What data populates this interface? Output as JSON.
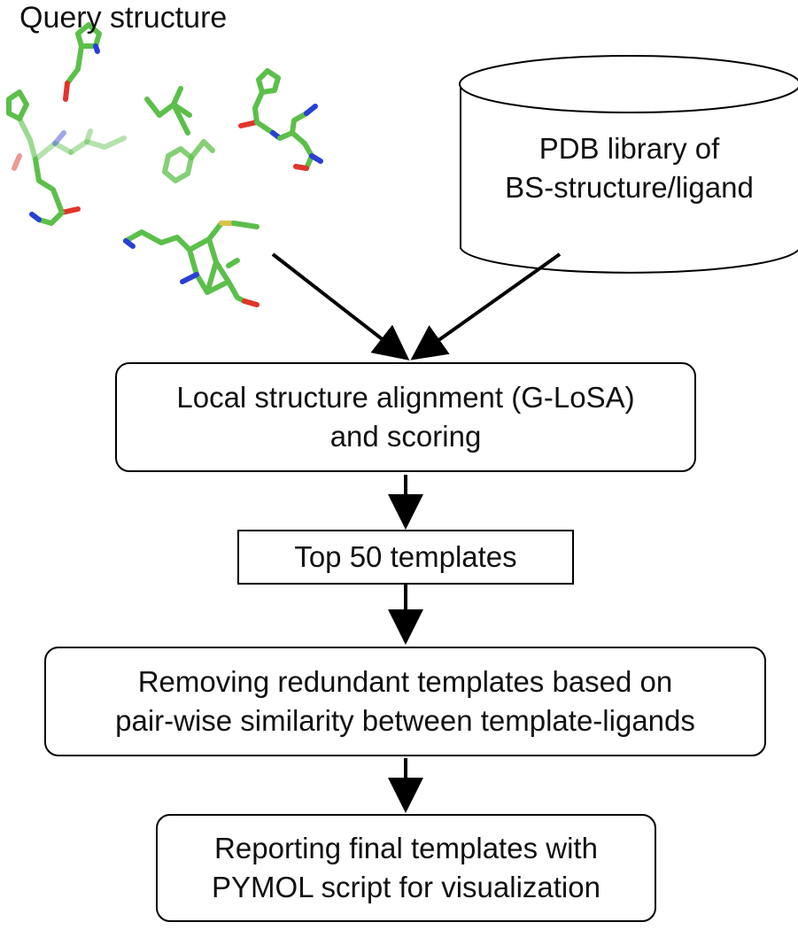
{
  "query": {
    "title": "Query structure"
  },
  "database": {
    "line1": "PDB library of",
    "line2": "BS-structure/ligand"
  },
  "steps": [
    {
      "line1": "Local structure alignment (G-LoSA)",
      "line2": "and scoring"
    },
    {
      "line1": "Top 50 templates"
    },
    {
      "line1": "Removing redundant templates based on",
      "line2": "pair-wise similarity between template-ligands"
    },
    {
      "line1": "Reporting final templates with",
      "line2": "PYMOL script for visualization"
    }
  ],
  "colors": {
    "carbon": "#5cbf4a",
    "nitrogen": "#2a3fd6",
    "oxygen": "#e0342c",
    "sulfur": "#d9c34a",
    "line": "#000000"
  }
}
